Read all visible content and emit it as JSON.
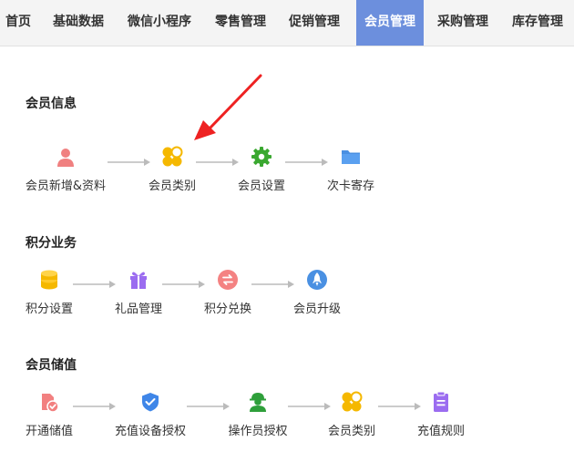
{
  "nav": {
    "tabs": [
      {
        "label": "首页"
      },
      {
        "label": "基础数据"
      },
      {
        "label": "微信小程序"
      },
      {
        "label": "零售管理"
      },
      {
        "label": "促销管理"
      },
      {
        "label": "会员管理"
      },
      {
        "label": "采购管理"
      },
      {
        "label": "库存管理"
      }
    ],
    "active_index": 5,
    "active_color": "#6c8fdd"
  },
  "sections": [
    {
      "title": "会员信息",
      "items": [
        {
          "label": "会员新增&资料",
          "icon": "user-icon"
        },
        {
          "label": "会员类别",
          "icon": "clover-icon"
        },
        {
          "label": "会员设置",
          "icon": "gear-icon"
        },
        {
          "label": "次卡寄存",
          "icon": "folder-icon"
        }
      ]
    },
    {
      "title": "积分业务",
      "items": [
        {
          "label": "积分设置",
          "icon": "coin-stack-icon"
        },
        {
          "label": "礼品管理",
          "icon": "gift-icon"
        },
        {
          "label": "积分兑换",
          "icon": "exchange-icon"
        },
        {
          "label": "会员升级",
          "icon": "rocket-icon"
        }
      ]
    },
    {
      "title": "会员储值",
      "items": [
        {
          "label": "开通储值",
          "icon": "card-check-icon"
        },
        {
          "label": "充值设备授权",
          "icon": "shield-check-icon"
        },
        {
          "label": "操作员授权",
          "icon": "operator-icon"
        },
        {
          "label": "会员类别",
          "icon": "clover-icon"
        },
        {
          "label": "充值规则",
          "icon": "clipboard-icon"
        }
      ]
    }
  ],
  "colors": {
    "connector": "#bbbbbb",
    "annotation_arrow": "#ee2222",
    "user": "#f08080",
    "clover": "#f5b800",
    "gear": "#3aa830",
    "folder": "#4a90e2",
    "coin": "#f5b800",
    "gift": "#9b6cf0",
    "exchange": "#f48282",
    "rocket": "#4a90e2",
    "card": "#f28080",
    "shield": "#3f86e8",
    "operator": "#2e9f3a",
    "clipboard": "#9b6cf0"
  }
}
